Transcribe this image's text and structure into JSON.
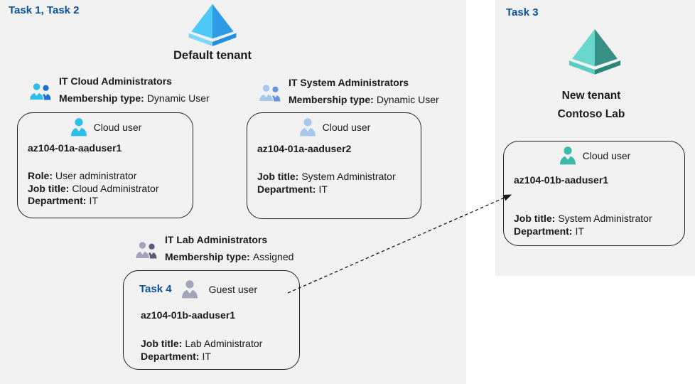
{
  "colors": {
    "task_blue": "#0b5394",
    "bg_panel": "#f1f1f2",
    "card_border": "#212121",
    "cyan_user": "#2bbfe9",
    "steel_user": "#a6c6ea",
    "gray_user": "#a2a2b9",
    "teal_user": "#3db8ac",
    "group_back_blue": "#1d6fd0",
    "group_back_steel": "#6495d8",
    "group_back_gray": "#585877",
    "aad_blue_light": "#4cc9f5",
    "aad_blue_dark": "#2d9be6",
    "aad_blue_tray_light": "#7fd6f7",
    "aad_blue_tray_dark": "#1f8fe2",
    "aad_teal_light": "#68d7cb",
    "aad_teal_dark": "#368e84",
    "aad_teal_tray_light": "#56cec1",
    "aad_teal_tray_dark": "#2b8679"
  },
  "icons": {
    "tenant_icon": "azure-ad-diamond",
    "user_icon": "person-silhouette",
    "group_icon": "two-people-group"
  },
  "left": {
    "task_label": "Task 1, Task 2",
    "tenant_title": "Default tenant",
    "groups": [
      {
        "name": "IT Cloud Administrators",
        "membership_label": "Membership type:",
        "membership_value": "Dynamic User"
      },
      {
        "name": "IT System Administrators",
        "membership_label": "Membership type:",
        "membership_value": "Dynamic User"
      },
      {
        "name": "IT Lab Administrators",
        "membership_label": "Membership type:",
        "membership_value": "Assigned"
      }
    ],
    "cards": [
      {
        "user_type": "Cloud user",
        "name": "az104-01a-aaduser1",
        "fields": [
          {
            "label": "Role:",
            "value": "User administrator"
          },
          {
            "label": "Job title:",
            "value": "Cloud Administrator"
          },
          {
            "label": "Department:",
            "value": "IT"
          }
        ]
      },
      {
        "user_type": "Cloud user",
        "name": "az104-01a-aaduser2",
        "fields": [
          {
            "label": "Job title:",
            "value": "System Administrator"
          },
          {
            "label": "Department:",
            "value": "IT"
          }
        ]
      },
      {
        "task_label": "Task 4",
        "user_type": "Guest user",
        "name": "az104-01b-aaduser1",
        "fields": [
          {
            "label": "Job title:",
            "value": "Lab Administrator"
          },
          {
            "label": "Department:",
            "value": "IT"
          }
        ]
      }
    ]
  },
  "right": {
    "task_label": "Task 3",
    "tenant_title_line1": "New tenant",
    "tenant_title_line2": "Contoso Lab",
    "card": {
      "user_type": "Cloud user",
      "name": "az104-01b-aaduser1",
      "fields": [
        {
          "label": "Job title:",
          "value": "System Administrator"
        },
        {
          "label": "Department:",
          "value": "IT"
        }
      ]
    }
  }
}
